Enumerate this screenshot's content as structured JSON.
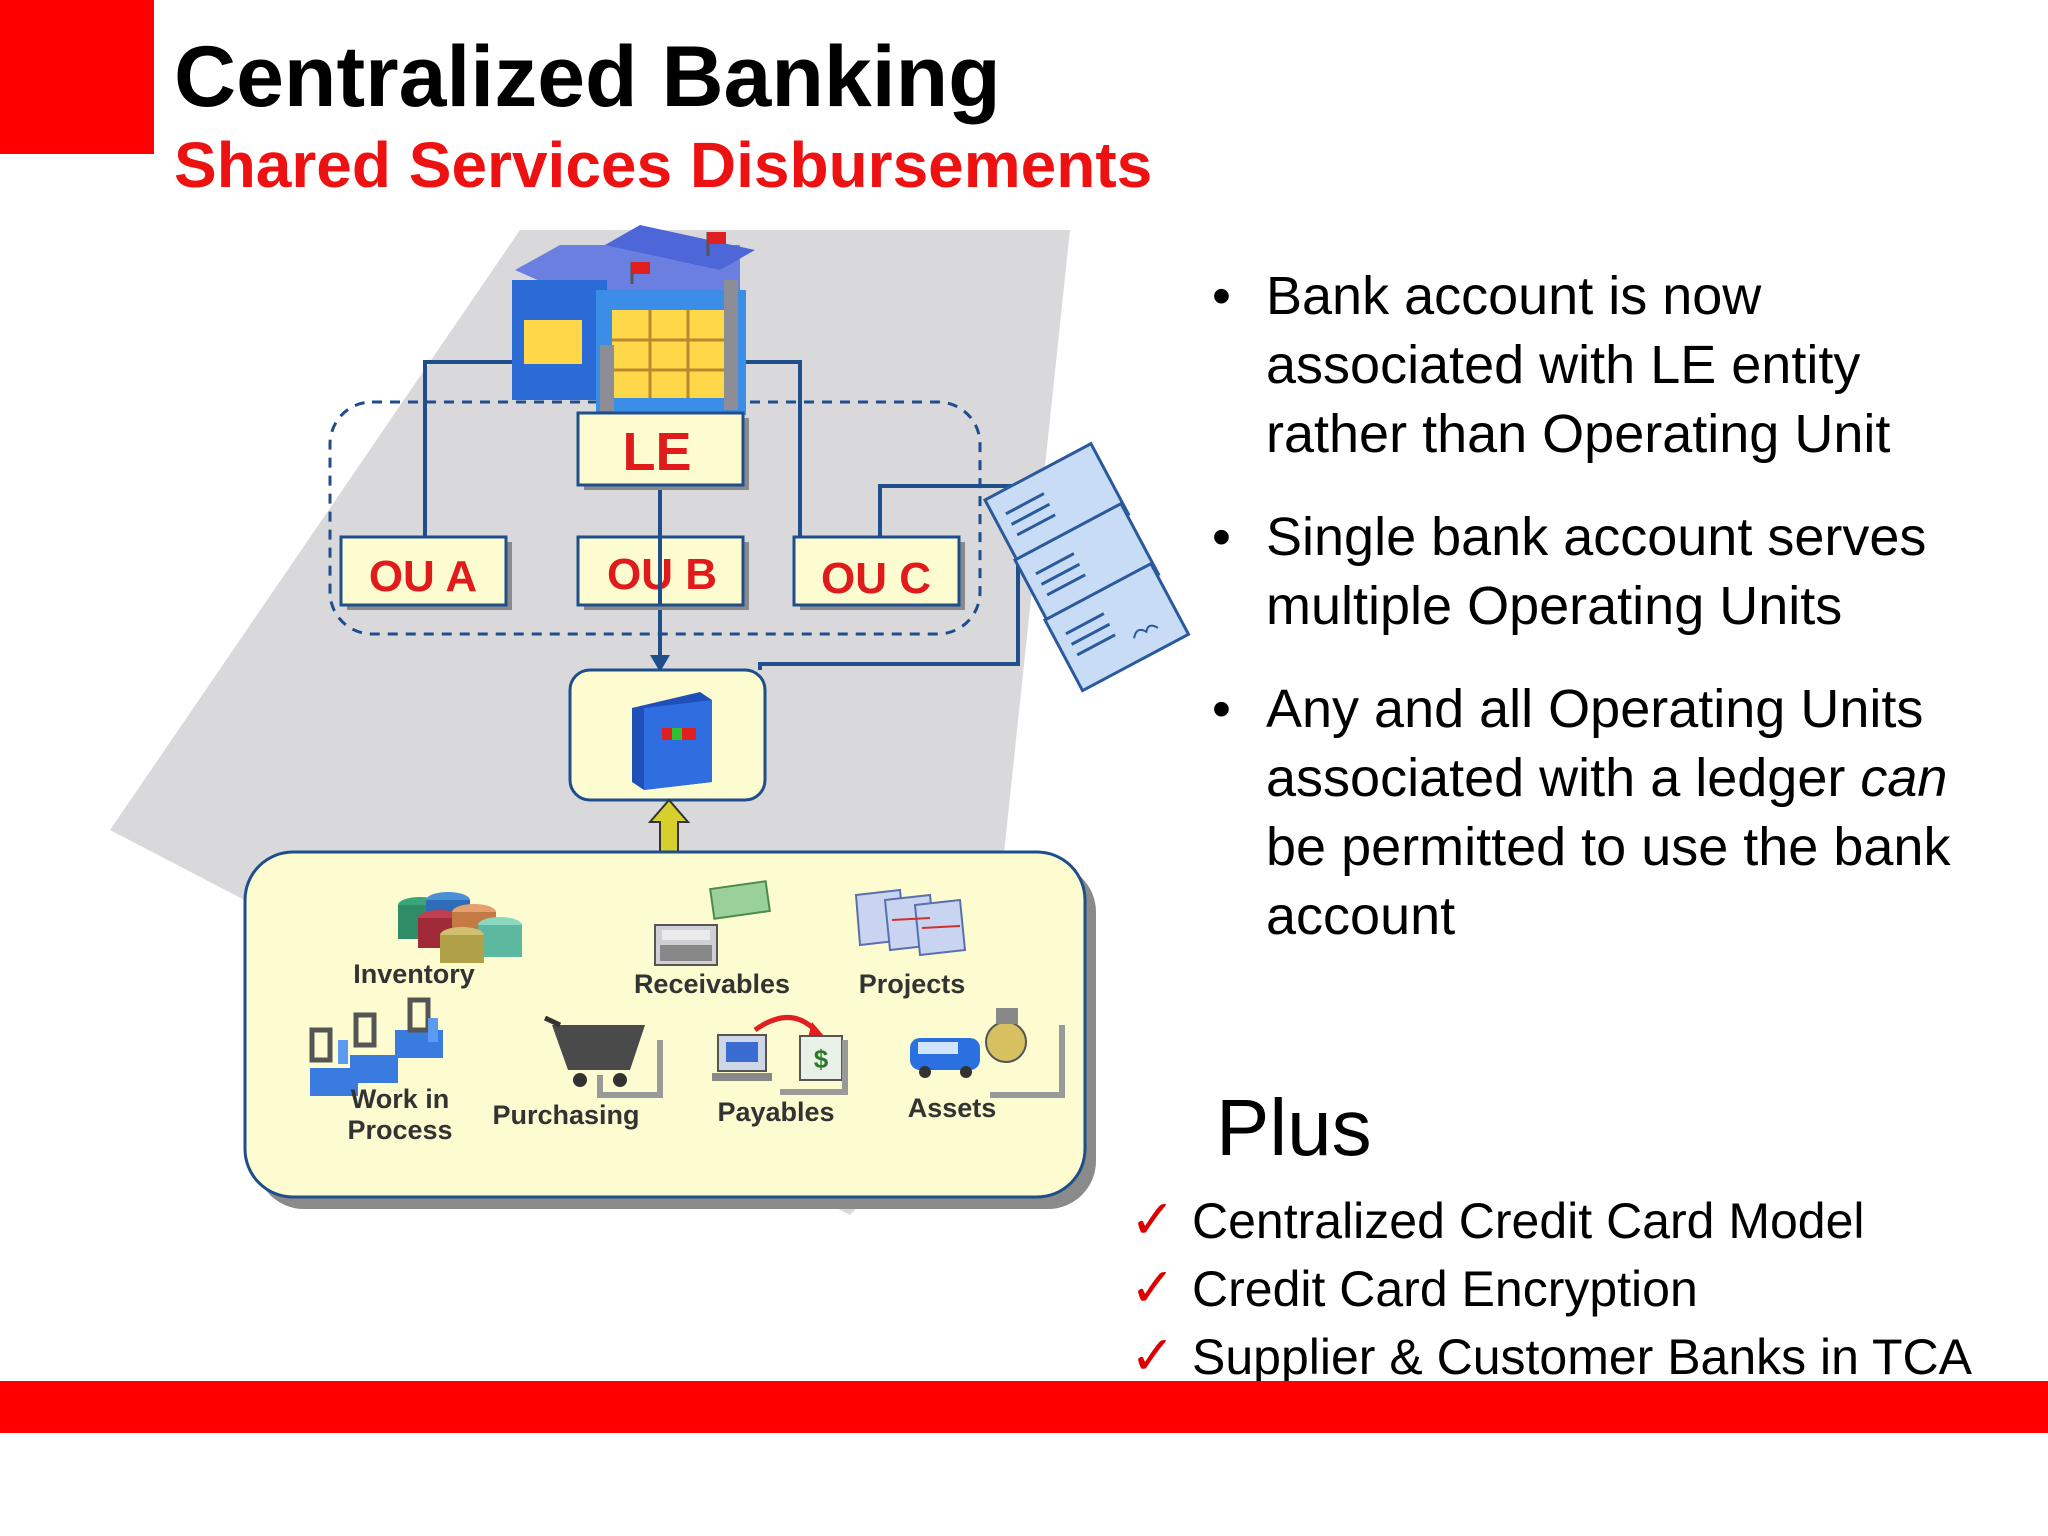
{
  "header": {
    "title": "Centralized Banking",
    "subtitle": "Shared Services Disbursements"
  },
  "diagram": {
    "le_label": "LE",
    "ou_labels": [
      "OU A",
      "OU B",
      "OU C"
    ],
    "modules": {
      "inventory": "Inventory",
      "receivables": "Receivables",
      "projects": "Projects",
      "work_in_process_1": "Work in",
      "work_in_process_2": "Process",
      "purchasing": "Purchasing",
      "payables": "Payables",
      "assets": "Assets"
    }
  },
  "bullets": [
    {
      "parts": [
        {
          "text": "Bank account is now associated with LE entity rather than Operating Unit",
          "italic": false
        }
      ]
    },
    {
      "parts": [
        {
          "text": "Single bank account serves multiple Operating Units",
          "italic": false
        }
      ]
    },
    {
      "parts": [
        {
          "text": "Any and all Operating Units associated with a ledger ",
          "italic": false
        },
        {
          "text": "can",
          "italic": true
        },
        {
          "text": " be permitted to use the bank account",
          "italic": false
        }
      ]
    }
  ],
  "bullet_symbol": "•",
  "plus": {
    "heading": "Plus",
    "check_symbol": "✓",
    "items": [
      "Centralized Credit Card Model",
      "Credit Card Encryption",
      "Supplier & Customer Banks in TCA"
    ]
  },
  "colors": {
    "accent_red": "#ff0000",
    "subtitle_red": "#ee1111",
    "diagram_blue": "#1f4e8c",
    "panel_yellow": "#fdfbd0"
  }
}
